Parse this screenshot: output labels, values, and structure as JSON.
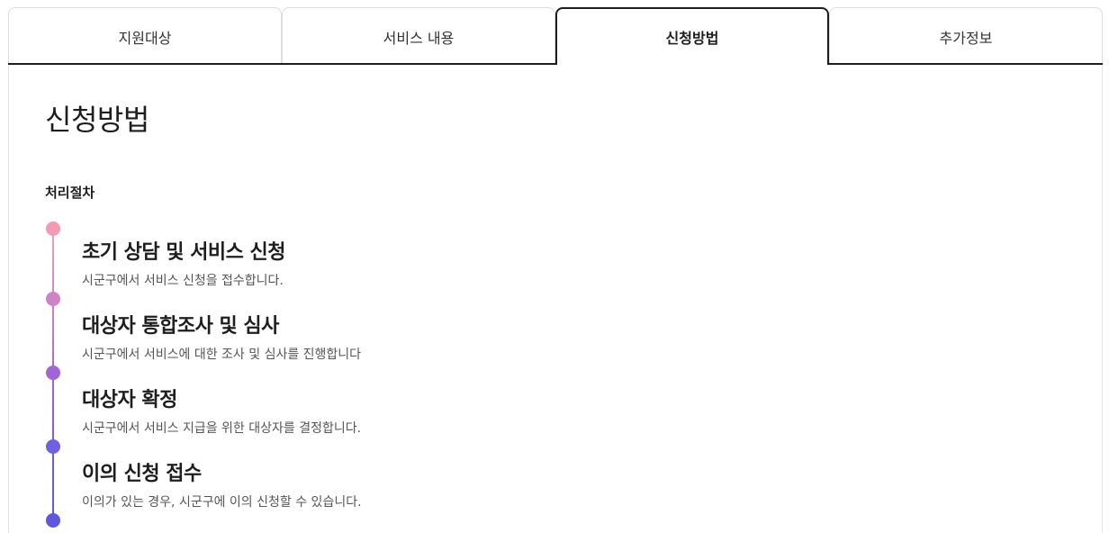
{
  "tabs": [
    {
      "label": "지원대상",
      "active": false
    },
    {
      "label": "서비스 내용",
      "active": false
    },
    {
      "label": "신청방법",
      "active": true
    },
    {
      "label": "추가정보",
      "active": false
    }
  ],
  "content": {
    "title": "신청방법",
    "section_label": "처리절차",
    "steps": [
      {
        "title": "초기 상담 및 서비스 신청",
        "description": "시군구에서 서비스 신청을 접수합니다."
      },
      {
        "title": "대상자 통합조사 및 심사",
        "description": "시군구에서 서비스에 대한 조사 및 심사를 진행합니다"
      },
      {
        "title": "대상자 확정",
        "description": "시군구에서 서비스 지급을 위한 대상자를 결정합니다."
      },
      {
        "title": "이의 신청 접수",
        "description": "이의가 있는 경우, 시군구에 이의 신청할 수 있습니다."
      }
    ]
  },
  "colors": {
    "dot_1": "#f59ab5",
    "dot_2": "#cf82c4",
    "dot_3": "#a066d8",
    "dot_4": "#7060e2",
    "dot_5": "#5e58e0",
    "title_highlight": "#e8e4f5",
    "active_tab_border": "#1e1e1e"
  }
}
